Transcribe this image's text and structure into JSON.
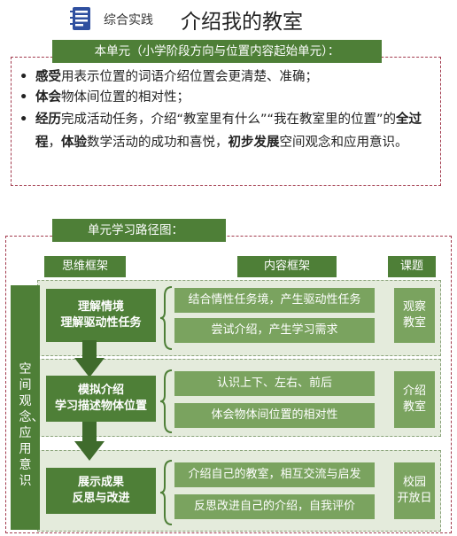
{
  "header": {
    "tag": "综合实践",
    "title": "介绍我的教室"
  },
  "unit": {
    "banner": "本单元（小学阶段方向与位置内容起始单元）：",
    "items": [
      {
        "pre_bold": "感受",
        "text": "用表示位置的词语介绍位置会更清楚、准确；"
      },
      {
        "pre_bold": "体会",
        "text": "物体间位置的相对性；"
      },
      {
        "pre_bold": "经历",
        "text_a": "完成活动任务，介绍“教室里有什么”“我在教室里的位置”的",
        "bold_b": "全过程",
        "text_c": "，",
        "bold_d": "体验",
        "text_e": "数学活动的成功和喜悦，",
        "bold_f": "初步发展",
        "text_g": "空间观念和应用意识。"
      }
    ]
  },
  "path": {
    "banner": "单元学习路径图：",
    "headers": {
      "thinking": "思维框架",
      "content": "内容框架",
      "lesson": "课题"
    },
    "side": "空间观念、应用意识",
    "sections": [
      {
        "think_line1": "理解情境",
        "think_line2": "理解驱动性任务",
        "content": [
          "结合情性任务境，产生驱动性任务",
          "尝试介绍，产生学习需求"
        ],
        "lesson_line1": "观察",
        "lesson_line2": "教室"
      },
      {
        "think_line1": "模拟介绍",
        "think_line2": "学习描述物体位置",
        "content": [
          "认识上下、左右、前后",
          "体会物体间位置的相对性"
        ],
        "lesson_line1": "介绍",
        "lesson_line2": "教室"
      },
      {
        "think_line1": "展示成果",
        "think_line2": "反思与改进",
        "content": [
          "介绍自己的教室，相互交流与启发",
          "反思改进自己的介绍，自我评价"
        ],
        "lesson_line1": "校园",
        "lesson_line2": "开放日"
      }
    ]
  },
  "colors": {
    "dark_green": "#4e7f37",
    "mid_green": "#7aa35f",
    "pale_green": "#e4ebdc",
    "dash_red": "#a23a4d",
    "icon_blue": "#2f4f9f"
  }
}
